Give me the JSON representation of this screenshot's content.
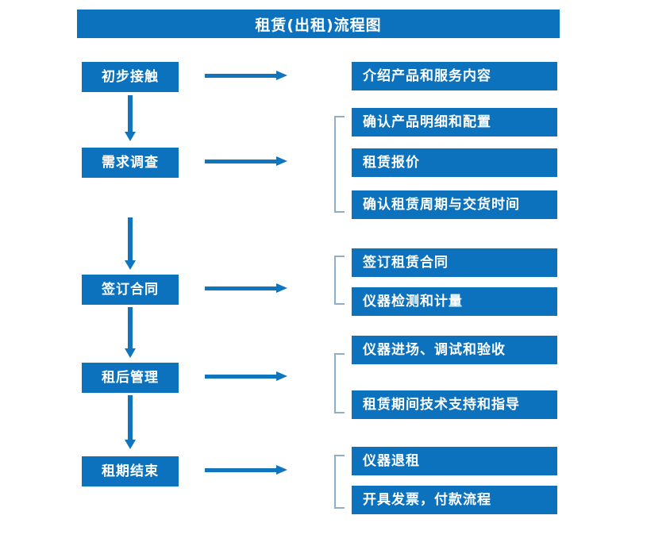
{
  "chart_title": "租赁(出租)流程图",
  "colors": {
    "box_fill": "#0c72be",
    "box_text": "#ffffff",
    "arrow": "#1175bd",
    "bracket": "#8faec8",
    "background": "#ffffff"
  },
  "stages": [
    {
      "id": "stage-1",
      "label": "初步接触",
      "details": [
        {
          "id": "detail-1-1",
          "label": "介绍产品和服务内容"
        }
      ],
      "bracket": false
    },
    {
      "id": "stage-2",
      "label": "需求调查",
      "details": [
        {
          "id": "detail-2-1",
          "label": "确认产品明细和配置"
        },
        {
          "id": "detail-2-2",
          "label": "租赁报价"
        },
        {
          "id": "detail-2-3",
          "label": "确认租赁周期与交货时间"
        }
      ],
      "bracket": true
    },
    {
      "id": "stage-3",
      "label": "签订合同",
      "details": [
        {
          "id": "detail-3-1",
          "label": "签订租赁合同"
        },
        {
          "id": "detail-3-2",
          "label": "仪器检测和计量"
        }
      ],
      "bracket": true
    },
    {
      "id": "stage-4",
      "label": "租后管理",
      "details": [
        {
          "id": "detail-4-1",
          "label": "仪器进场、调试和验收"
        },
        {
          "id": "detail-4-2",
          "label": "租赁期间技术支持和指导"
        }
      ],
      "bracket": true
    },
    {
      "id": "stage-5",
      "label": "租期结束",
      "details": [
        {
          "id": "detail-5-1",
          "label": "仪器退租"
        },
        {
          "id": "detail-5-2",
          "label": "开具发票，付款流程"
        }
      ],
      "bracket": true
    }
  ],
  "connectors": {
    "horizontal_count": 5,
    "vertical_count": 4
  }
}
